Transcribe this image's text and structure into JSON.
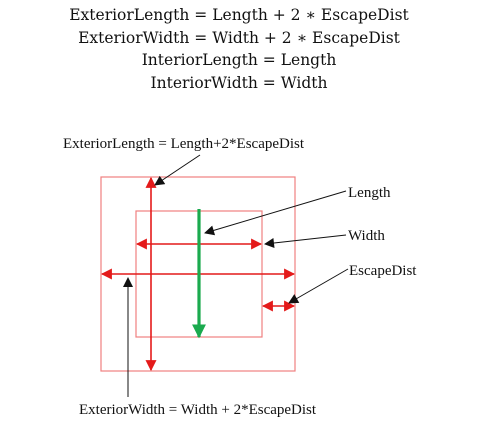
{
  "formulas": [
    "ExteriorLength = Length + 2 ∗ EscapeDist",
    "ExteriorWidth = Width + 2 ∗ EscapeDist",
    "InteriorLength = Length",
    "InteriorWidth = Width"
  ],
  "diagram": {
    "top_label": "ExteriorLength = Length+2*EscapeDist",
    "bottom_label": "ExteriorWidth = Width + 2*EscapeDist",
    "labels": {
      "length": "Length",
      "width": "Width",
      "escape_dist": "EscapeDist"
    },
    "colors": {
      "rect_stroke": "#f08080",
      "arrow_red": "#e41a1a",
      "arrow_green": "#1aaa4e",
      "leader": "#111111"
    }
  }
}
